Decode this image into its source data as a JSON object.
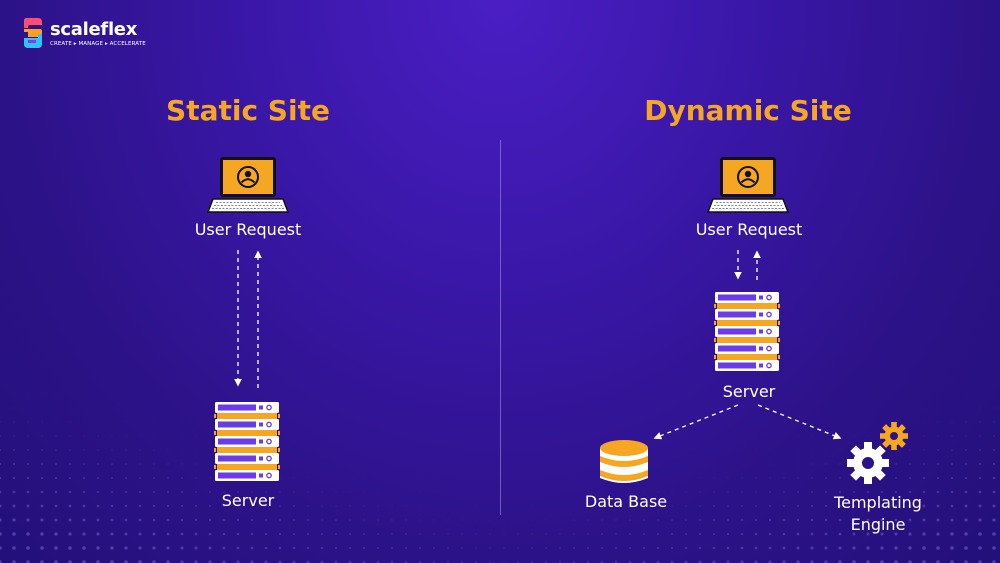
{
  "brand": {
    "name": "scaleflex",
    "tagline": "CREATE ▸ MANAGE ▸ ACCELERATE"
  },
  "static_site": {
    "title": "Static Site",
    "user_label": "User Request",
    "server_label": "Server"
  },
  "dynamic_site": {
    "title": "Dynamic Site",
    "user_label": "User Request",
    "server_label": "Server",
    "database_label": "Data Base",
    "templating_label_line1": "Templating",
    "templating_label_line2": "Engine"
  },
  "colors": {
    "accent": "#f5a623",
    "background": "#3a17a8",
    "server_slot": "#6a3be6"
  },
  "icons": [
    "laptop-user-icon",
    "server-stack-icon",
    "database-icon",
    "gears-icon",
    "scaleflex-logo-icon"
  ]
}
